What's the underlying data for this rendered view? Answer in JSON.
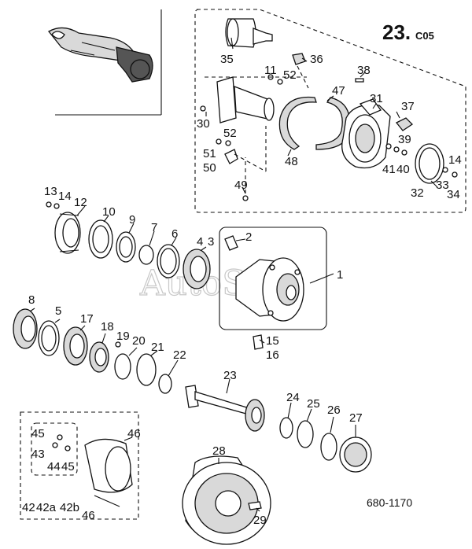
{
  "header": {
    "section_number": "23.",
    "section_suffix": "C05"
  },
  "watermark": "AutoSoft",
  "drawing_code": "680-1170",
  "callouts": {
    "c1": "1",
    "c2": "2",
    "c3": "3",
    "c4": "4",
    "c5": "5",
    "c6": "6",
    "c7": "7",
    "c8": "8",
    "c9": "9",
    "c10": "10",
    "c11": "11",
    "c12": "12",
    "c13": "13",
    "c14a": "14",
    "c14b": "14",
    "c15": "15",
    "c16": "16",
    "c17": "17",
    "c18": "18",
    "c19": "19",
    "c20": "20",
    "c21": "21",
    "c22": "22",
    "c23": "23",
    "c24": "24",
    "c25": "25",
    "c26": "26",
    "c27": "27",
    "c28": "28",
    "c29": "29",
    "c30": "30",
    "c31": "31",
    "c32": "32",
    "c33": "33",
    "c34": "34",
    "c35": "35",
    "c36": "36",
    "c37": "37",
    "c38": "38",
    "c39": "39",
    "c40": "40",
    "c41": "41",
    "c43": "43",
    "c44": "44",
    "c45a": "45",
    "c45b": "45",
    "c46a": "46",
    "c46b": "46",
    "c47": "47",
    "c48": "48",
    "c49": "49",
    "c50": "50",
    "c51": "51",
    "c52a": "52",
    "c52b": "52",
    "c42row": "42",
    "c42a": "42a",
    "c42b": "42b"
  },
  "colors": {
    "ink": "#111111",
    "watermark": "#c8c8c8",
    "shade": "#d9d9d9"
  }
}
